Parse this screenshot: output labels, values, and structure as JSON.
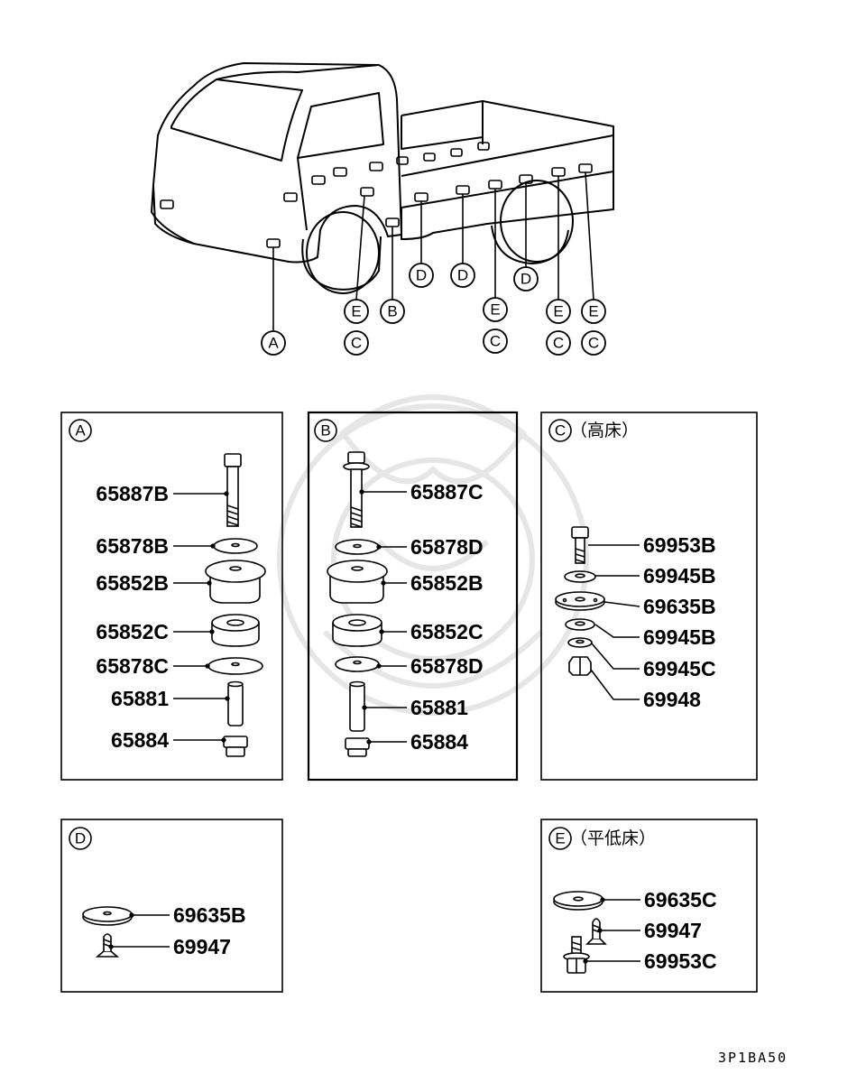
{
  "truck_callouts": {
    "A": "A",
    "B": "B",
    "C": "C",
    "D": "D",
    "E": "E"
  },
  "panels": {
    "A": {
      "letter": "A",
      "title": "",
      "parts": [
        "65887B",
        "65878B",
        "65852B",
        "65852C",
        "65878C",
        "65881",
        "65884"
      ]
    },
    "B": {
      "letter": "B",
      "title": "",
      "parts": [
        "65887C",
        "65878D",
        "65852B",
        "65852C",
        "65878D",
        "65881",
        "65884"
      ]
    },
    "C": {
      "letter": "C",
      "title": "（高床）",
      "parts": [
        "69953B",
        "69945B",
        "69635B",
        "69945B",
        "69945C",
        "69948"
      ]
    },
    "D": {
      "letter": "D",
      "title": "",
      "parts": [
        "69635B",
        "69947"
      ]
    },
    "E": {
      "letter": "E",
      "title": "（平低床）",
      "parts": [
        "69635C",
        "69947",
        "69953C"
      ]
    }
  },
  "diagram_code": "3P1BA50"
}
